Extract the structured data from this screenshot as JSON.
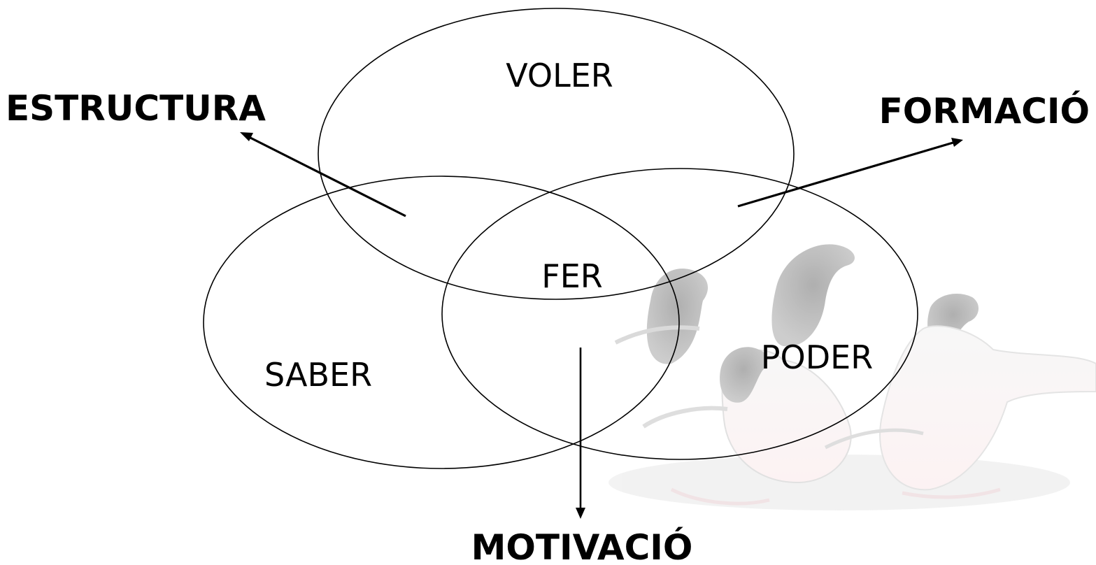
{
  "diagram": {
    "regions": {
      "voler": "VOLER",
      "saber": "SABER",
      "poder": "PODER",
      "fer": "FER"
    },
    "outcomes": {
      "estructura": "ESTRUCTURA",
      "formacio": "FORMACIÓ",
      "motivacio": "MOTIVACIÓ"
    }
  },
  "colors": {
    "lines": "#000000",
    "background": "#ffffff",
    "watermark": "#9a9a9a"
  },
  "icons": {
    "background": "penguins-watermark-icon"
  }
}
